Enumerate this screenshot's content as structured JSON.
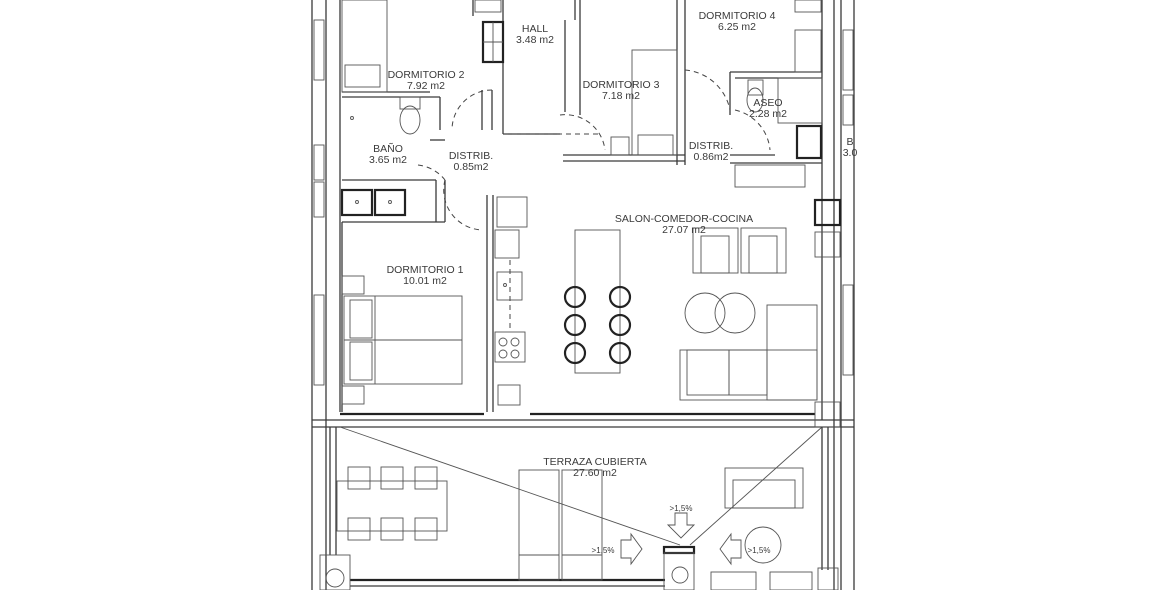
{
  "plan": {
    "rooms": [
      {
        "id": "hall",
        "name": "HALL",
        "area": "3.48 m2"
      },
      {
        "id": "dormitorio4",
        "name": "DORMITORIO 4",
        "area": "6.25 m2"
      },
      {
        "id": "dormitorio2",
        "name": "DORMITORIO 2",
        "area": "7.92 m2"
      },
      {
        "id": "dormitorio3",
        "name": "DORMITORIO 3",
        "area": "7.18 m2"
      },
      {
        "id": "aseo",
        "name": "ASEO",
        "area": "2.28 m2"
      },
      {
        "id": "bano",
        "name": "BAÑO",
        "area": "3.65 m2"
      },
      {
        "id": "distrib1",
        "name": "DISTRIB.",
        "area": "0.85m2"
      },
      {
        "id": "distrib2",
        "name": "DISTRIB.",
        "area": "0.86m2"
      },
      {
        "id": "salon",
        "name": "SALON-COMEDOR-COCINA",
        "area": "27.07 m2"
      },
      {
        "id": "dormitorio1",
        "name": "DORMITORIO 1",
        "area": "10.01 m2"
      },
      {
        "id": "terraza",
        "name": "TERRAZA CUBIERTA",
        "area": "27.60 m2"
      }
    ],
    "partial_labels": {
      "b_name": "B",
      "b_area": "3.0"
    },
    "slopes": [
      ">1,5%",
      ">1,5%",
      ">1,5%"
    ]
  }
}
